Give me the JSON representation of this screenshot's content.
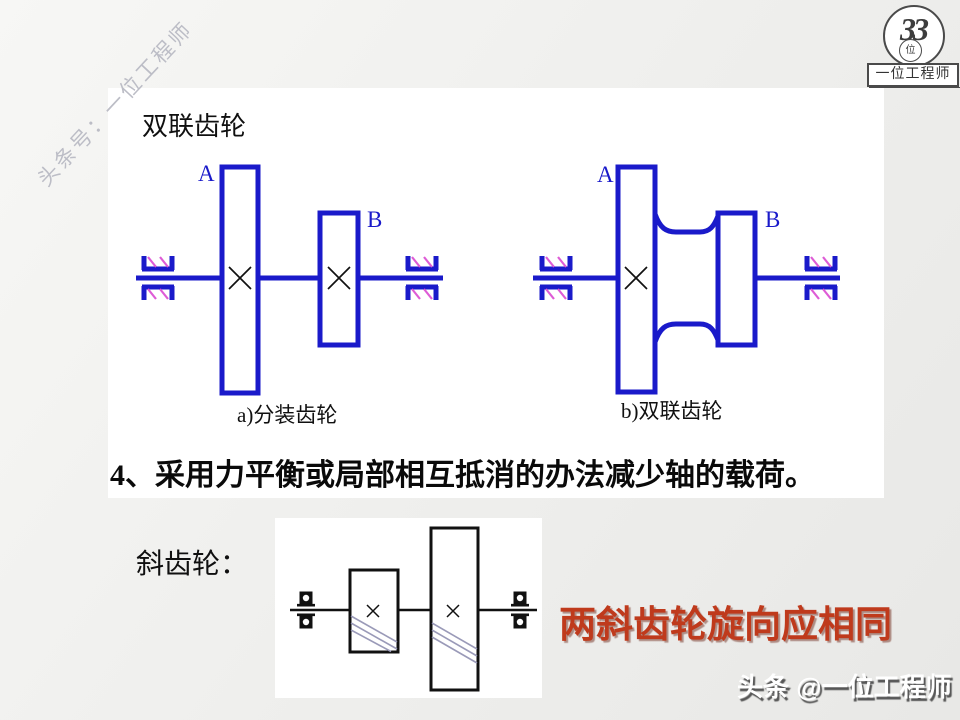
{
  "slide": {
    "title": "双联齿轮",
    "point4": "4、采用力平衡或局部相互抵消的办法减少轴的载荷。",
    "helical_label": "斜齿轮：",
    "helical_note": "两斜齿轮旋向应相同"
  },
  "diagram_a": {
    "gear_a_label": "A",
    "gear_b_label": "B",
    "caption": "a)分装齿轮"
  },
  "diagram_b": {
    "gear_a_label": "A",
    "gear_b_label": "B",
    "caption": "b)双联齿轮"
  },
  "watermarks": {
    "diagonal": "头条号：一位工程师",
    "footer": "头条 @一位工程师"
  },
  "logo": {
    "monogram": "33",
    "seal_char": "位",
    "name": "一位工程师"
  },
  "colors": {
    "diagram_blue": "#1a1aca",
    "bearing_hatch_magenta": "#de5cd6",
    "note_red": "#bf3a1c",
    "diagram_black": "#111111",
    "helix_hatch_gray": "#9a9ab8",
    "background_gray": "#efefed",
    "panel_white": "#ffffff"
  }
}
